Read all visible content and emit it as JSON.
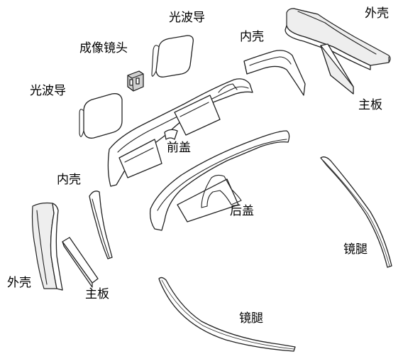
{
  "labels": {
    "waveguide_top": "光波导",
    "imaging_lens": "成像镜头",
    "waveguide_left": "光波导",
    "inner_shell_top": "内壳",
    "outer_shell_top": "外壳",
    "mainboard_right": "主板",
    "front_cover": "前盖",
    "inner_shell_left": "内壳",
    "rear_cover": "后盖",
    "temple_right": "镜腿",
    "outer_shell_left": "外壳",
    "mainboard_left": "主板",
    "temple_bottom": "镜腿"
  }
}
